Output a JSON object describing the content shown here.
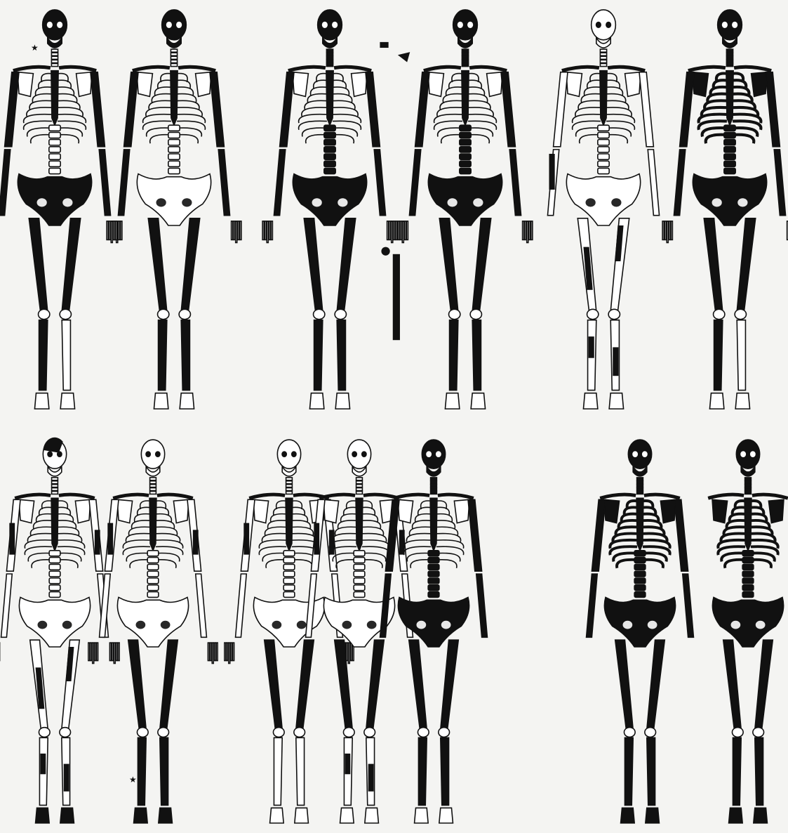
{
  "plate": {
    "background": "#f4f4f2",
    "ink": "#111111",
    "bone": "#ffffff",
    "mark_glyph": "★"
  },
  "top_row": [
    {
      "head": "dark",
      "ribs": "white",
      "spine": "white",
      "pelvis": "dark",
      "arms": "dark",
      "forearms": "dark",
      "hands": "white",
      "femurs": "dark",
      "shins": "mixed",
      "feet": "white",
      "mark": "star-left-of-skull"
    },
    {
      "head": "dark",
      "ribs": "white",
      "spine": "white",
      "pelvis": "white",
      "arms": "dark",
      "forearms": "dark",
      "hands": "white",
      "femurs": "dark",
      "shins": "dark",
      "feet": "white"
    },
    {
      "head": "dark",
      "ribs": "white",
      "spine": "dark",
      "pelvis": "dark",
      "arms": "dark",
      "forearms": "dark",
      "hands": "white",
      "femurs": "dark",
      "shins": "dark",
      "feet": "white",
      "fragments": "isolated-bones-right"
    },
    {
      "head": "dark",
      "ribs": "white",
      "spine": "dark",
      "pelvis": "dark",
      "arms": "dark",
      "forearms": "dark",
      "hands": "white",
      "femurs": "dark",
      "shins": "dark",
      "feet": "white"
    },
    {
      "head": "white",
      "ribs": "white",
      "spine": "white",
      "pelvis": "white",
      "arms": "white",
      "forearms": "partial",
      "hands": "none",
      "femurs": "partial",
      "shins": "partial",
      "feet": "white"
    },
    {
      "head": "dark",
      "ribs": "dark",
      "spine": "dark",
      "pelvis": "dark",
      "arms": "dark",
      "forearms": "dark",
      "hands": "white",
      "femurs": "dark",
      "shins": "mixed",
      "feet": "white"
    }
  ],
  "bottom_row": [
    {
      "head": "partial",
      "ribs": "white",
      "spine": "white",
      "pelvis": "white",
      "arms": "partial",
      "forearms": "white",
      "hands": "white",
      "femurs": "partial",
      "shins": "partial",
      "feet": "dark"
    },
    {
      "head": "white",
      "ribs": "white",
      "spine": "white",
      "pelvis": "white",
      "arms": "partial",
      "forearms": "white",
      "hands": "white",
      "femurs": "dark",
      "shins": "dark",
      "feet": "dark",
      "mark": "star-left-of-shin"
    },
    {
      "head": "white",
      "ribs": "white",
      "spine": "white",
      "pelvis": "partial",
      "arms": "partial",
      "forearms": "white",
      "hands": "white",
      "femurs": "dark",
      "shins": "white",
      "feet": "white"
    },
    {
      "head": "white",
      "ribs": "white",
      "spine": "white",
      "pelvis": "white",
      "arms": "partial",
      "forearms": "white",
      "hands": "none",
      "femurs": "dark",
      "shins": "partial",
      "feet": "white"
    },
    {
      "head": "dark",
      "ribs": "white",
      "spine": "dark",
      "pelvis": "dark",
      "arms": "dark",
      "forearms": "dark",
      "hands": "none",
      "femurs": "dark",
      "shins": "dark",
      "feet": "white"
    },
    {
      "head": "dark",
      "ribs": "dark",
      "spine": "dark",
      "pelvis": "dark",
      "arms": "dark",
      "forearms": "dark",
      "hands": "none",
      "femurs": "dark",
      "shins": "dark",
      "feet": "dark"
    },
    {
      "head": "dark",
      "ribs": "dark",
      "spine": "dark",
      "pelvis": "dark",
      "arms": "none",
      "forearms": "none",
      "hands": "none",
      "femurs": "dark",
      "shins": "dark",
      "feet": "dark"
    }
  ]
}
